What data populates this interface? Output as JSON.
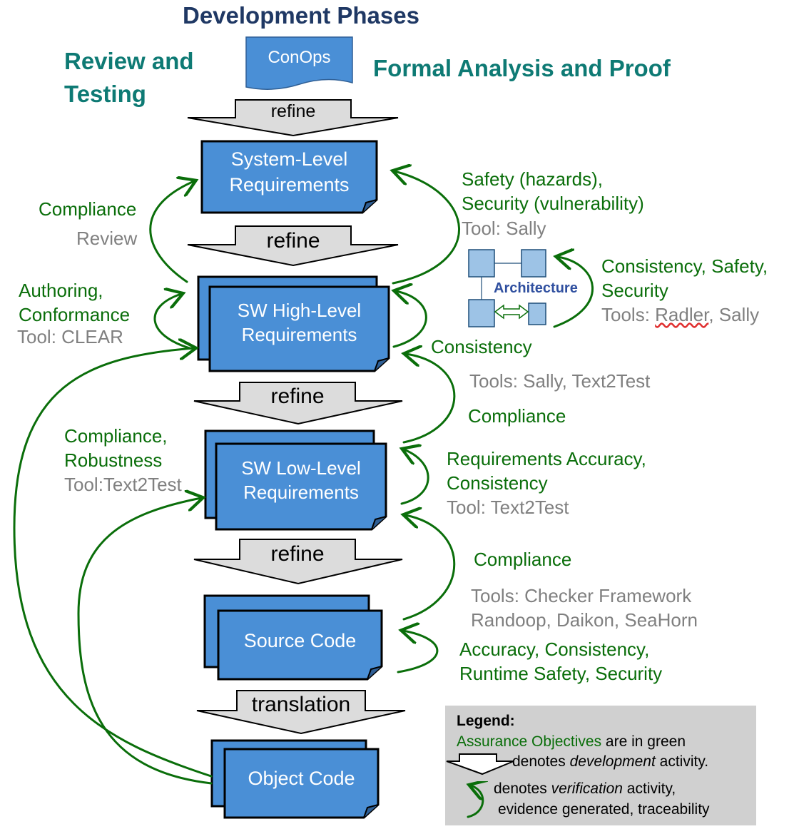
{
  "title": "Development Phases",
  "left_header": [
    "Review and",
    "Testing"
  ],
  "right_header": "Formal Analysis and Proof",
  "conops": "ConOps",
  "arrows": {
    "refine1": "refine",
    "refine2": "refine",
    "refine3": "refine",
    "refine4": "refine",
    "translation": "translation"
  },
  "boxes": {
    "system": [
      "System-Level",
      "Requirements"
    ],
    "hlr": [
      "SW High-Level",
      "Requirements"
    ],
    "llr": [
      "SW Low-Level",
      "Requirements"
    ],
    "source": "Source Code",
    "object": "Object Code"
  },
  "left_annotations": {
    "compliance_review": {
      "objective": "Compliance",
      "tool": "Review"
    },
    "authoring": {
      "objective": [
        "Authoring,",
        "Conformance"
      ],
      "tool": "Tool: CLEAR"
    },
    "robustness": {
      "objective": [
        "Compliance,",
        "Robustness"
      ],
      "tool": "Tool:Text2Test"
    }
  },
  "right_annotations": {
    "safety": {
      "objective": [
        "Safety (hazards),",
        "Security (vulnerability)"
      ],
      "tool": "Tool: Sally"
    },
    "architecture": {
      "label": "Architecture",
      "objective": [
        "Consistency, Safety,",
        "Security"
      ],
      "tool_prefix": "Tools: ",
      "tool_radler": "Radler",
      "tool_rest": ", Sally"
    },
    "consistency_hlr": {
      "objective": "Consistency"
    },
    "compliance_hlr": {
      "tool": "Tools: Sally, Text2Test",
      "objective": "Compliance"
    },
    "accuracy_llr": {
      "objective": [
        "Requirements Accuracy,",
        "Consistency"
      ],
      "tool": "Tool: Text2Test"
    },
    "compliance_llr": {
      "objective": "Compliance",
      "tool": [
        "Tools: Checker Framework",
        "Randoop, Daikon, SeaHorn"
      ]
    },
    "source_verif": {
      "objective": [
        "Accuracy, Consistency,",
        "Runtime Safety, Security"
      ]
    }
  },
  "legend": {
    "title": "Legend:",
    "line1_green": "Assurance Objectives",
    "line1_rest": " are in green",
    "line2_pre": "denotes ",
    "line2_em": "development",
    "line2_post": " activity.",
    "line3_pre": "denotes ",
    "line3_em": "verification",
    "line3_post": " activity,",
    "line4": "evidence generated, traceability"
  },
  "colors": {
    "box_fill": "#4a8fd6",
    "box_stroke": "#000000",
    "arrow_green": "#0a6e0a",
    "title_navy": "#1f3864",
    "header_teal": "#0e7a74",
    "tool_gray": "#808080",
    "legend_bg": "#d0d0d0"
  }
}
